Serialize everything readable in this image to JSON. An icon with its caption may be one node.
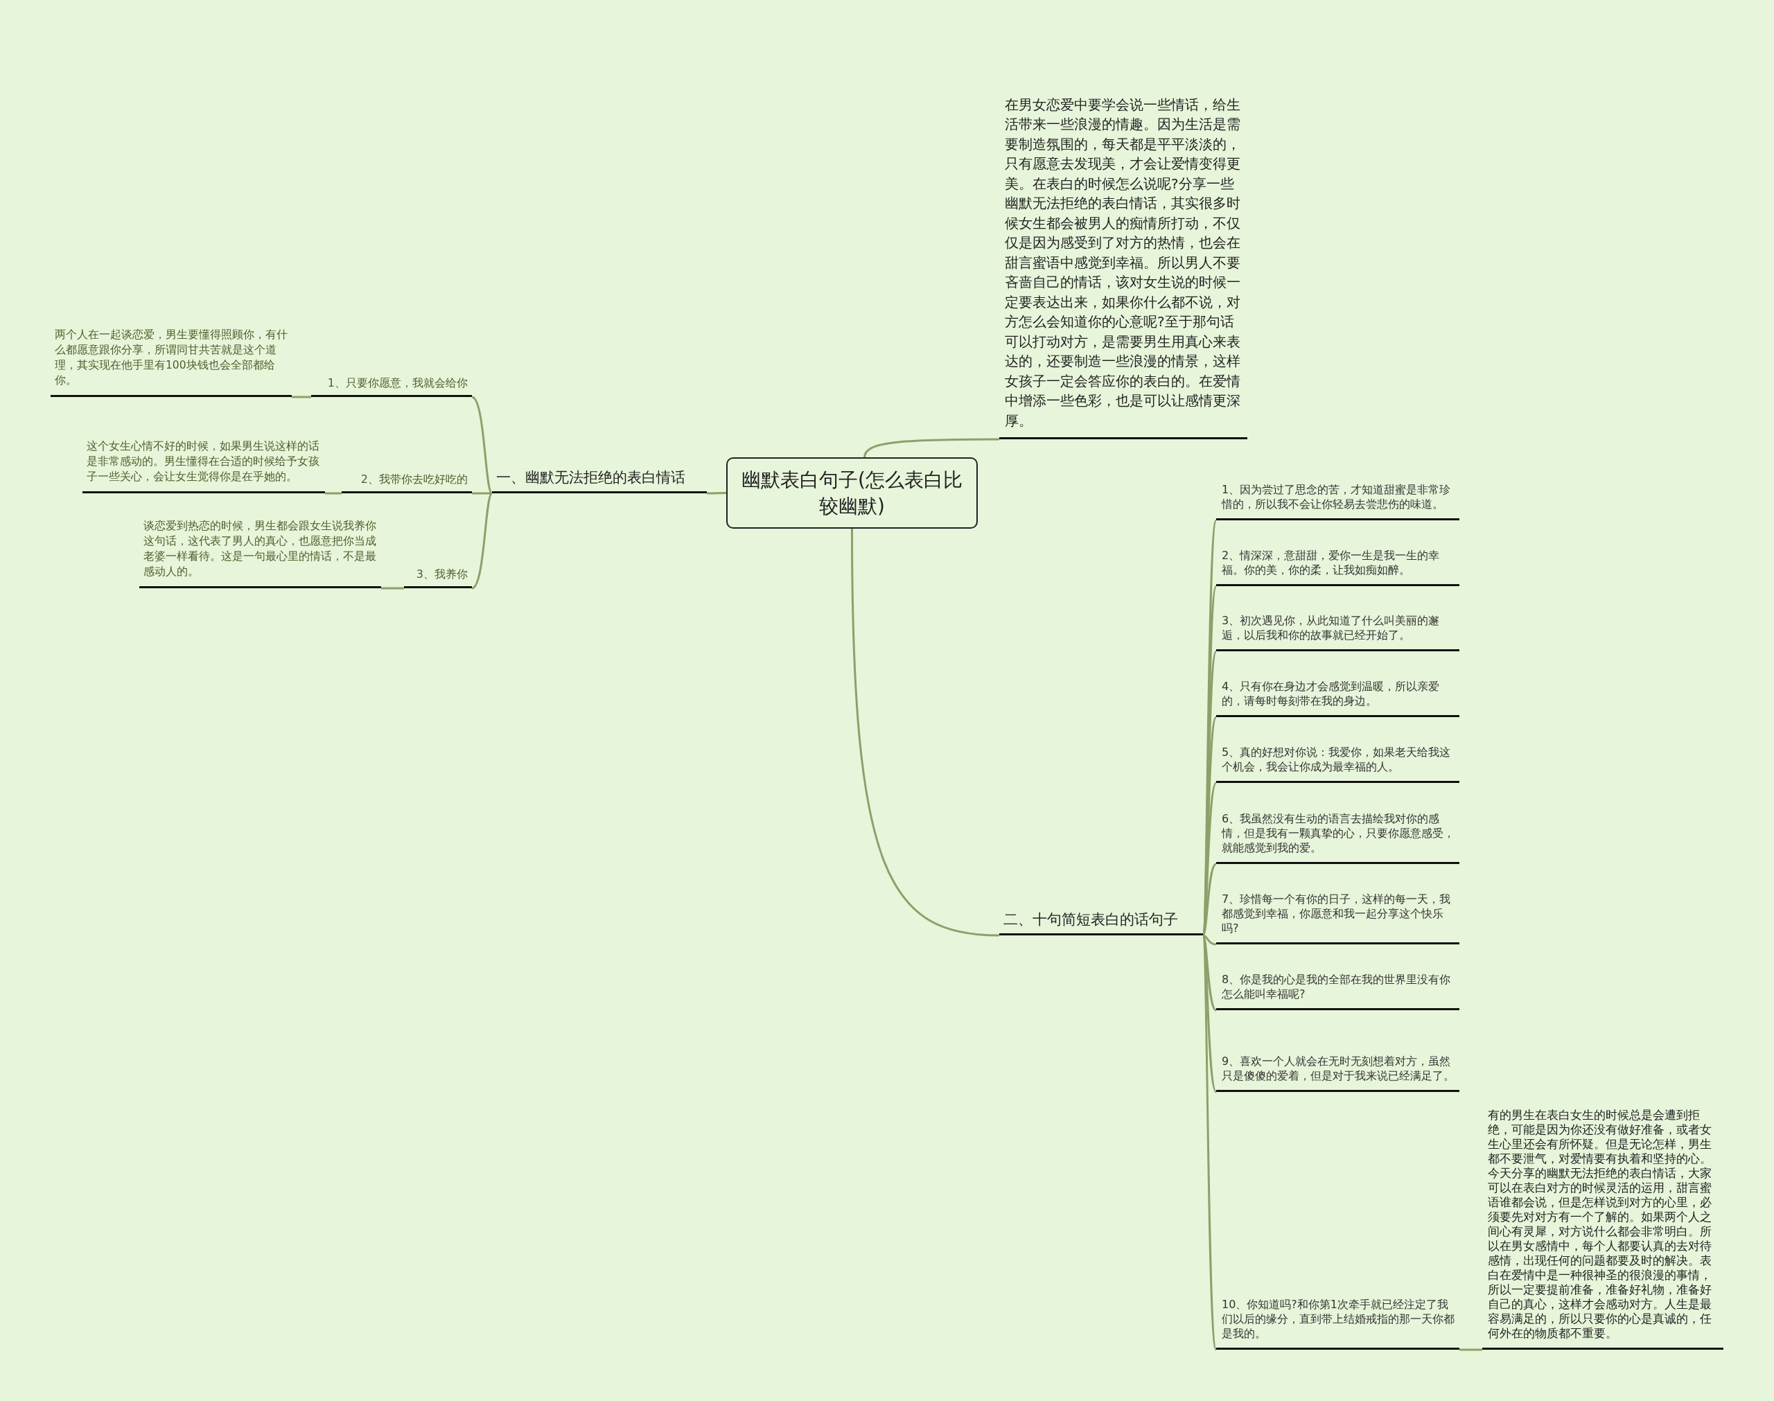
{
  "diagram": {
    "nodes": [
      {
        "text": [
          "幽默表白句子(怎么表白比较幽默)"
        ]
      },
      {
        "text": [
          "一、幽默无法拒绝的表白情话"
        ]
      },
      {
        "text": [
          "1、只要你愿意，我就会给你"
        ]
      },
      {
        "text": [
          "两个人在一起谈恋爱，男生要懂得照顾你，有什么都愿意跟你分享，所谓同甘共苦就是这个道理，其实现在他手里有100块钱也会全部都给你。"
        ]
      },
      {
        "text": [
          "2、我带你去吃好吃的"
        ]
      },
      {
        "text": [
          "这个女生心情不好的时候，如果男生说这样的话是非常感动的。男生懂得在合适的时候给予女孩子一些关心，会让女生觉得你是在乎她的。"
        ]
      },
      {
        "text": [
          "3、我养你"
        ]
      },
      {
        "text": [
          "谈恋爱到热恋的时候，男生都会跟女生说我养你这句话，这代表了男人的真心，也愿意把你当成老婆一样看待。这是一句最心里的情话，不是最感动人的。"
        ]
      },
      {
        "text": [
          "在男女恋爱中要学会说一些情话，给生活带来一些浪漫的情趣。因为生活是需要制造氛围的，每天都是平平淡淡的，只有愿意去发现美，才会让爱情变得更美。在表白的时候怎么说呢?分享一些幽默无法拒绝的表白情话，其实很多时候女生都会被男人的痴情所打动，不仅仅是因为感受到了对方的热情，也会在甜言蜜语中感觉到幸福。所以男人不要吝啬自己的情话，该对女生说的时候一定要表达出来，如果你什么都不说，对方怎么会知道你的心意呢?至于那句话可以打动对方，是需要男生用真心来表达的，还要制造一些浪漫的情景，这样女孩子一定会答应你的表白的。在爱情中增添一些色彩，也是可以让感情更深厚。"
        ]
      },
      {
        "text": [
          "二、十句简短表白的话句子"
        ]
      },
      {
        "text": [
          "1、因为尝过了思念的苦，才知道甜蜜是非常珍惜的，所以我不会让你轻易去尝悲伤的味道。"
        ]
      },
      {
        "text": [
          "2、情深深，意甜甜，爱你一生是我一生的幸福。你的美，你的柔，让我如痴如醉。"
        ]
      },
      {
        "text": [
          "3、初次遇见你，从此知道了什么叫美丽的邂逅，以后我和你的故事就已经开始了。"
        ]
      },
      {
        "text": [
          "4、只有你在身边才会感觉到温暖，所以亲爱的，请每时每刻带在我的身边。"
        ]
      },
      {
        "text": [
          "5、真的好想对你说：我爱你，如果老天给我这个机会，我会让你成为最幸福的人。"
        ]
      },
      {
        "text": [
          "6、我虽然没有生动的语言去描绘我对你的感情，但是我有一颗真挚的心，只要你愿意感受，就能感觉到我的爱。"
        ]
      },
      {
        "text": [
          "7、珍惜每一个有你的日子，这样的每一天，我都感觉到幸福，你愿意和我一起分享这个快乐吗?"
        ]
      },
      {
        "text": [
          "8、你是我的心是我的全部在我的世界里没有你怎么能叫幸福呢?"
        ]
      },
      {
        "text": [
          "9、喜欢一个人就会在无时无刻想着对方，虽然只是傻傻的爱着，但是对于我来说已经满足了。"
        ]
      },
      {
        "text": [
          "10、你知道吗?和你第1次牵手就已经注定了我们以后的缘分，直到带上结婚戒指的那一天你都是我的。"
        ]
      },
      {
        "text": [
          "有的男生在表白女生的时候总是会遭到拒绝，可能是因为你还没有做好准备，或者女生心里还会有所怀疑。但是无论怎样，男生都不要泄气，对爱情要有执着和坚持的心。今天分享的幽默无法拒绝的表白情话，大家可以在表白对方的时候灵活的运用，甜言蜜语谁都会说，但是怎样说到对方的心里，必须要先对对方有一个了解的。如果两个人之间心有灵犀，对方说什么都会非常明白。所以在男女感情中，每个人都要认真的去对待感情，出现任何的问题都要及时的解决。表白在爱情中是一种很神圣的很浪漫的事情，所以一定要提前准备，准备好礼物，准备好自己的真心，这样才会感动对方。人生是最容易满足的，所以只要你的心是真诚的，任何外在的物质都不重要。"
        ]
      }
    ],
    "edges": [
      {
        "from": 0,
        "to": 1,
        "arrow": "none"
      },
      {
        "from": 1,
        "to": 2,
        "arrow": "none"
      },
      {
        "from": 2,
        "to": 3,
        "arrow": "none"
      },
      {
        "from": 1,
        "to": 4,
        "arrow": "none"
      },
      {
        "from": 4,
        "to": 5,
        "arrow": "none"
      },
      {
        "from": 1,
        "to": 6,
        "arrow": "none"
      },
      {
        "from": 6,
        "to": 7,
        "arrow": "none"
      },
      {
        "from": 0,
        "to": 8,
        "arrow": "none"
      },
      {
        "from": 0,
        "to": 9,
        "arrow": "none"
      },
      {
        "from": 9,
        "to": 10,
        "arrow": "none"
      },
      {
        "from": 9,
        "to": 11,
        "arrow": "none"
      },
      {
        "from": 9,
        "to": 12,
        "arrow": "none"
      },
      {
        "from": 9,
        "to": 13,
        "arrow": "none"
      },
      {
        "from": 9,
        "to": 14,
        "arrow": "none"
      },
      {
        "from": 9,
        "to": 15,
        "arrow": "none"
      },
      {
        "from": 9,
        "to": 16,
        "arrow": "none"
      },
      {
        "from": 9,
        "to": 17,
        "arrow": "none"
      },
      {
        "from": 9,
        "to": 18,
        "arrow": "none"
      },
      {
        "from": 9,
        "to": 19,
        "arrow": "none"
      },
      {
        "from": 19,
        "to": 20,
        "arrow": "none"
      }
    ]
  }
}
